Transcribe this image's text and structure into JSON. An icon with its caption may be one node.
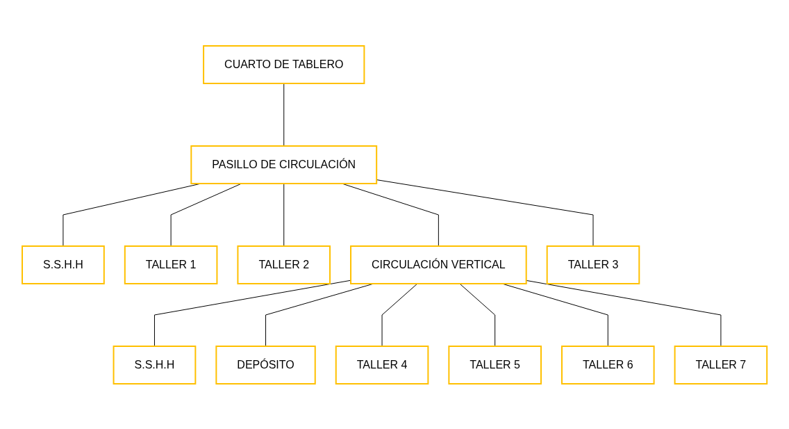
{
  "diagram": {
    "nodes": [
      {
        "text": [
          "CUARTO DE TABLERO"
        ]
      },
      {
        "text": [
          "PASILLO DE CIRCULACIÓN"
        ]
      },
      {
        "text": [
          "S.S.H.H"
        ]
      },
      {
        "text": [
          "TALLER 1"
        ]
      },
      {
        "text": [
          "TALLER 2"
        ]
      },
      {
        "text": [
          "CIRCULACIÓN VERTICAL"
        ]
      },
      {
        "text": [
          "TALLER 3"
        ]
      },
      {
        "text": [
          "S.S.H.H"
        ]
      },
      {
        "text": [
          "DEPÓSITO"
        ]
      },
      {
        "text": [
          "TALLER 4"
        ]
      },
      {
        "text": [
          "TALLER 5"
        ]
      },
      {
        "text": [
          "TALLER 6"
        ]
      },
      {
        "text": [
          "TALLER 7"
        ]
      }
    ],
    "edges": [
      {
        "from": 0,
        "to": 1,
        "arrow": "none"
      },
      {
        "from": 1,
        "to": 2,
        "arrow": "none"
      },
      {
        "from": 1,
        "to": 3,
        "arrow": "none"
      },
      {
        "from": 1,
        "to": 4,
        "arrow": "none"
      },
      {
        "from": 1,
        "to": 5,
        "arrow": "none"
      },
      {
        "from": 1,
        "to": 6,
        "arrow": "none"
      },
      {
        "from": 5,
        "to": 7,
        "arrow": "none"
      },
      {
        "from": 5,
        "to": 8,
        "arrow": "none"
      },
      {
        "from": 5,
        "to": 9,
        "arrow": "none"
      },
      {
        "from": 5,
        "to": 10,
        "arrow": "none"
      },
      {
        "from": 5,
        "to": 11,
        "arrow": "none"
      },
      {
        "from": 5,
        "to": 12,
        "arrow": "none"
      }
    ]
  }
}
